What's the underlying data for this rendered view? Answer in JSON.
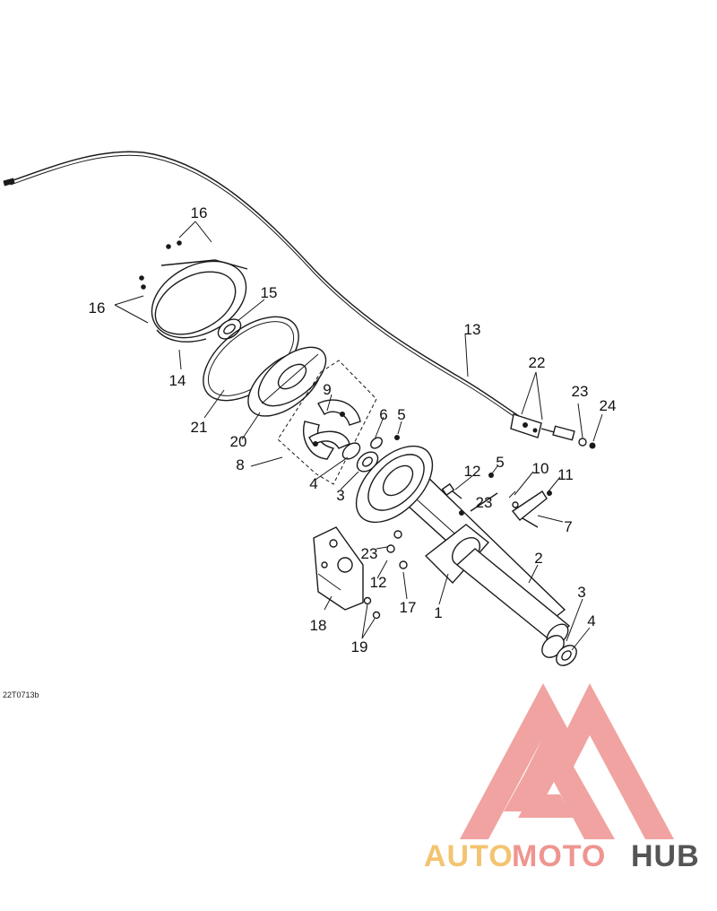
{
  "diagram": {
    "drawing_code": "22T0713b",
    "callouts": [
      "1",
      "2",
      "3",
      "4",
      "5",
      "6",
      "7",
      "8",
      "9",
      "10",
      "11",
      "12",
      "13",
      "14",
      "15",
      "16",
      "17",
      "18",
      "19",
      "20",
      "21",
      "22",
      "23",
      "24"
    ]
  },
  "watermark": {
    "brand_part1": "AUTO",
    "brand_part2": "MOTO",
    "brand_part3": "HUB",
    "colors": {
      "auto": "#f3c470",
      "moto": "#ef9590",
      "hub": "#555555",
      "logo": "#ef9a96"
    }
  }
}
